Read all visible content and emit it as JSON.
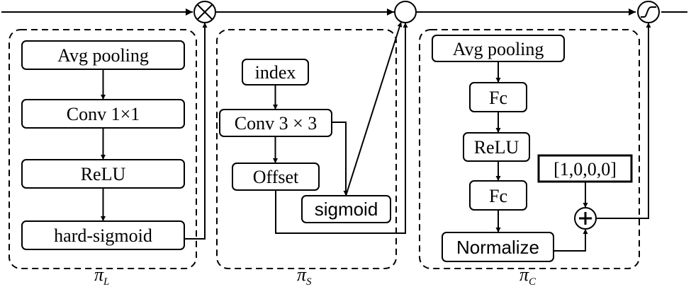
{
  "groups": {
    "left": {
      "label_main": "π",
      "label_sub": "L",
      "blocks": [
        "Avg pooling",
        "Conv 1×1",
        "ReLU",
        "hard-sigmoid"
      ]
    },
    "middle": {
      "label_main": "π",
      "label_sub": "S",
      "blocks": [
        "index",
        "Conv 3 × 3",
        "Offset",
        "sigmoid"
      ]
    },
    "right": {
      "label_main": "π",
      "label_sub": "C",
      "blocks": [
        "Avg pooling",
        "Fc",
        "ReLU",
        "Fc",
        "Normalize"
      ],
      "vector": "[1,0,0,0]"
    }
  },
  "operators": {
    "multiply": "multiply-operator",
    "combine": "combine-operator",
    "activation": "activation-operator",
    "add": "add-operator"
  }
}
